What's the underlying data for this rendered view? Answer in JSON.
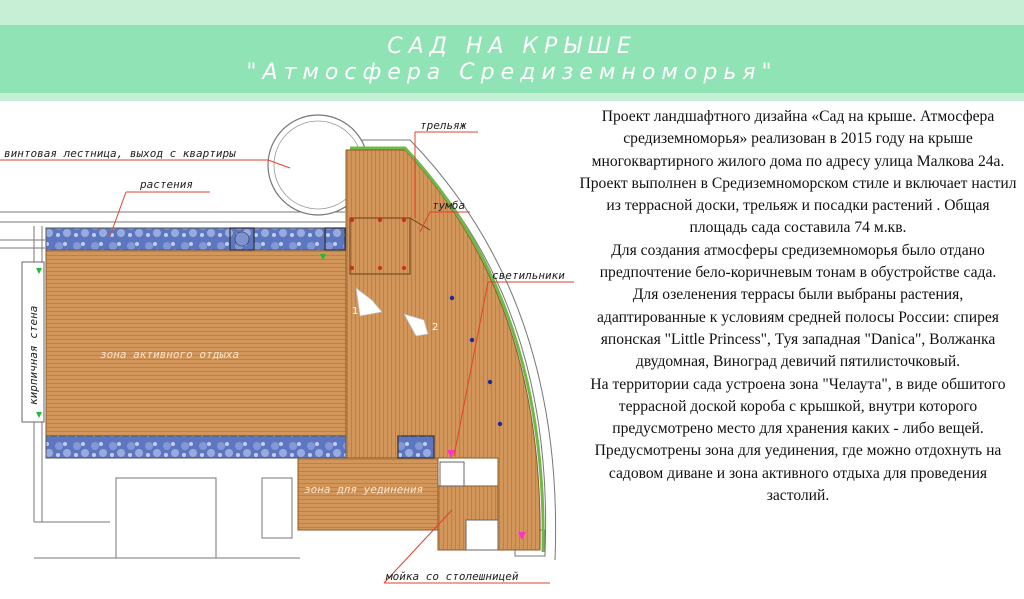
{
  "title": {
    "line1": "САД НА КРЫШЕ",
    "line2": "\"Атмосфера Средиземноморья\""
  },
  "labels": {
    "stair": "винтовая лестница, выход с квартиры",
    "plants": "растения",
    "trellis": "трельяж",
    "cabinet": "тумба",
    "lights": "светильники",
    "brick_wall": "кирпичная стена",
    "active_zone": "зона активного отдыха",
    "privacy_zone": "зона для уединения",
    "sink": "мойка со столешницей",
    "n1": "1",
    "n2": "2"
  },
  "colors": {
    "deck": "#d2955a",
    "deck_line": "#b87b43",
    "planter": "#5d76c2",
    "hedge": "#6fb84a",
    "arrow": "#e0432c",
    "marker": "#ff33cc",
    "banner": "#8fe3b5"
  },
  "description": [
    "Проект ландшафтного дизайна «Сад на крыше. Атмосфера средиземноморья»  реализован в 2015 году на крыше многоквартирного жилого дома по адресу улица Малкова 24а. Проект выполнен в Средиземноморском стиле и включает настил из террасной доски, трельяж и посадки растений . Общая площадь сада составила 74 м.кв.",
    "Для создания атмосферы средиземноморья было отдано предпочтение бело-коричневым тонам в обустройстве сада.",
    "Для озеленения террасы были выбраны растения, адаптированные к условиям средней полосы России: спирея японская \"Little Princess\", Туя западная \"Danica\", Волжанка двудомная, Виноград девичий пятилисточковый.",
    "На территории сада устроена зона \"Челаута\", в виде обшитого террасной доской короба с крышкой, внутри которого предусмотрено место для хранения каких - либо вещей. Предусмотрены зона для уединения, где можно отдохнуть на садовом диване и зона активного отдыха для проведения застолий."
  ]
}
